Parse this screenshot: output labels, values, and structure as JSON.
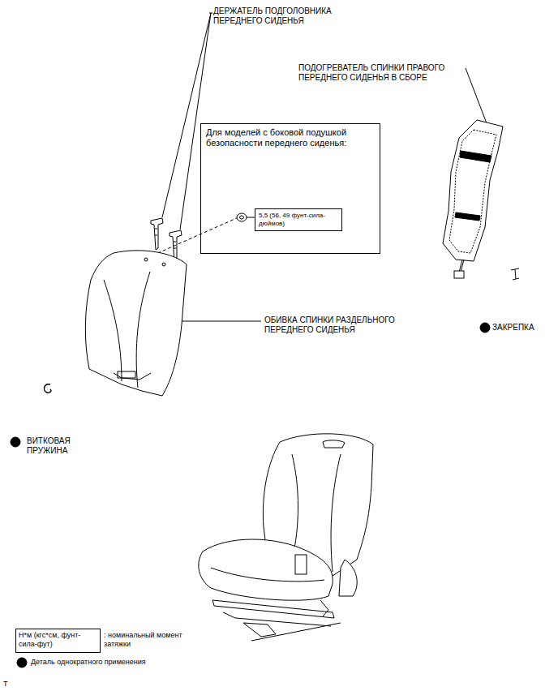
{
  "diagram": {
    "nodes": [
      {
        "text": [
          "Для моделей с боковой подушкой безопасности переднего сиденья:"
        ]
      },
      {
        "text": [
          "5,5 (56, 49 фунт-сила-дюймов)"
        ],
        "in": 0
      },
      {
        "text": [
          "Н*м (кгс*см, фунт-сила-фут)"
        ]
      }
    ],
    "labels": [
      "ДЕРЖАТЕЛЬ ПОДГОЛОВНИКА ПЕРЕДНЕГО СИДЕНЬЯ",
      "ПОДОГРЕВАТЕЛЬ СПИНКИ ПРАВОГО ПЕРЕДНЕГО СИДЕНЬЯ В СБОРЕ",
      "ОБИВКА СПИНКИ РАЗДЕЛЬНОГО ПЕРЕДНЕГО СИДЕНЬЯ",
      "ЗАКРЕПКА",
      "ВИТКОВАЯ ПРУЖИНА",
      "T"
    ],
    "legend": [
      {
        "text": ": номинальный момент затяжки"
      },
      {
        "text": "Деталь однократного применения",
        "color": "#000000"
      }
    ]
  }
}
